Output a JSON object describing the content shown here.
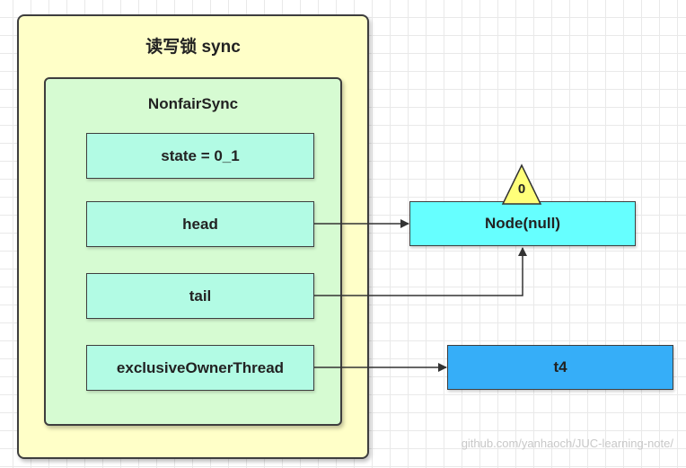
{
  "outer": {
    "title": "读写锁 sync"
  },
  "inner": {
    "title": "NonfairSync"
  },
  "fields": [
    {
      "label": "state = 0_1"
    },
    {
      "label": "head"
    },
    {
      "label": "tail"
    },
    {
      "label": "exclusiveOwnerThread"
    }
  ],
  "node": {
    "label": "Node(null)",
    "badge": "0"
  },
  "thread": {
    "label": "t4"
  },
  "footer": {
    "text": "github.com/yanhaoch/JUC-learning-note/"
  },
  "colors": {
    "outer_fill": "#ffffc8",
    "inner_fill": "#d6fbd2",
    "field_fill": "#b2fbe4",
    "node_fill": "#66ffff",
    "thread_fill": "#36aef8",
    "badge_fill": "#ffff7a"
  }
}
